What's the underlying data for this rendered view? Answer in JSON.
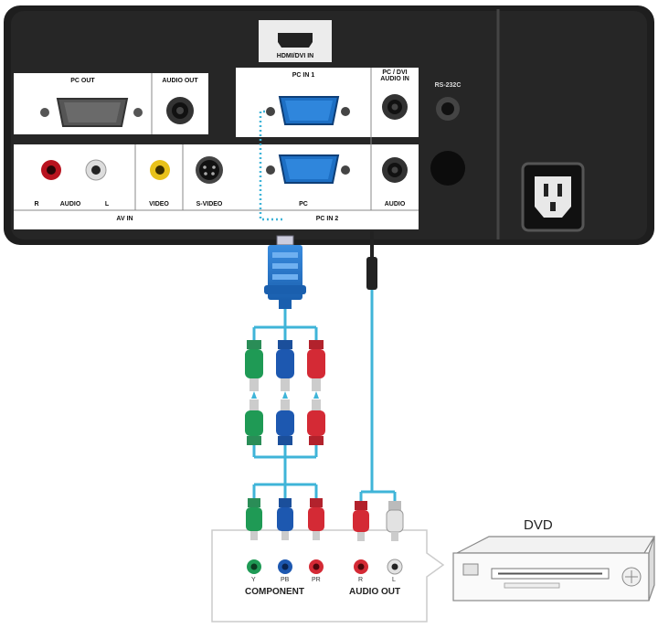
{
  "projector": {
    "hdmi_label": "HDMI/DVI IN",
    "pc_out_label": "PC OUT",
    "audio_out_label": "AUDIO OUT",
    "pc_in1_label": "PC IN 1",
    "pc_dvi_audio_in_label": "PC / DVI AUDIO IN",
    "rs232c_label": "RS-232C",
    "audio_in_r_label": "R",
    "audio_in_text": "AUDIO",
    "audio_in_l_label": "L",
    "video_label": "VIDEO",
    "svideo_label": "S-VIDEO",
    "av_in_label": "AV IN",
    "pc_label": "PC",
    "audio_label": "AUDIO",
    "pc_in2_label": "PC IN 2"
  },
  "dvd_box": {
    "title": "DVD",
    "pin_y": "Y",
    "pin_pb": "PB",
    "pin_pr": "PR",
    "pin_r": "R",
    "pin_l": "L",
    "component_label": "COMPONENT",
    "audio_out_label": "AUDIO OUT"
  },
  "colors": {
    "panel": "#222222",
    "cable": "#3fb4d8",
    "vga_blue": "#1d6fc4",
    "green": "#1f9a55",
    "blue": "#1d58b0",
    "red": "#d42a35"
  }
}
